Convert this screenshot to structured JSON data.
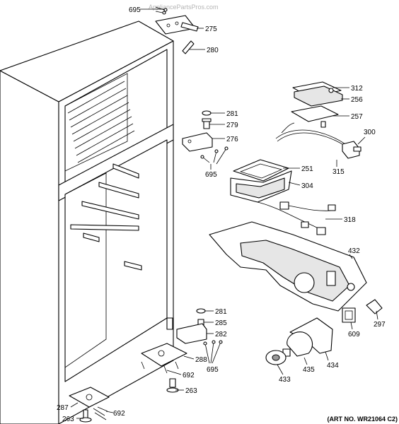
{
  "watermark": "AppliancePartsPros.com",
  "art_number": "(ART NO. WR21064 C2)",
  "callouts": {
    "c695a": "695",
    "c275": "275",
    "c280": "280",
    "c281a": "281",
    "c279": "279",
    "c276": "276",
    "c695b": "695",
    "c312": "312",
    "c256": "256",
    "c257": "257",
    "c300": "300",
    "c251": "251",
    "c304": "304",
    "c315": "315",
    "c318": "318",
    "c432": "432",
    "c297": "297",
    "c609": "609",
    "c281b": "281",
    "c285": "285",
    "c282": "282",
    "c288": "288",
    "c695c": "695",
    "c692a": "692",
    "c263a": "263",
    "c287": "287",
    "c692b": "692",
    "c263b": "263",
    "c433": "433",
    "c435": "435",
    "c434": "434"
  }
}
